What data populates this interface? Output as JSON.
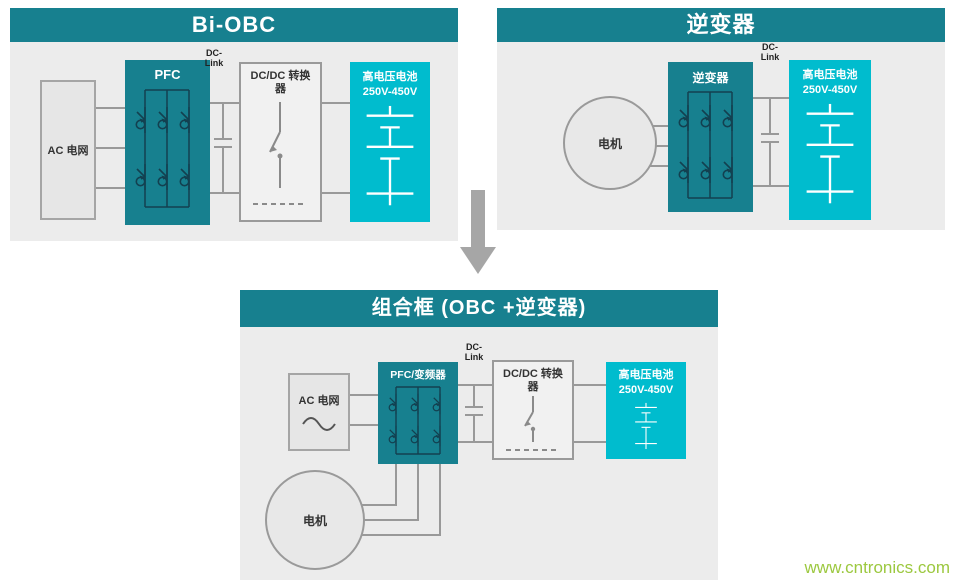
{
  "watermark": "www.cntronics.com",
  "colors": {
    "header_teal": "#17808f",
    "battery_cyan": "#00bcce",
    "panel_background": "#ececec",
    "wire_gray": "#999999",
    "arrow_gray": "#a6a6a6",
    "watermark_green": "#9cc83f",
    "symbol_navy": "#134050"
  },
  "bi_obc": {
    "title": "Bi-OBC",
    "ac_grid": "AC 电网",
    "pfc": "PFC",
    "dc_link": [
      "DC-",
      "Link"
    ],
    "dcdc": "DC/DC 转换器",
    "battery_name": "高电压电池",
    "battery_range": "250V-450V"
  },
  "inverter_panel": {
    "title": "逆变器",
    "motor": "电机",
    "inverter": "逆变器",
    "dc_link": [
      "DC-",
      "Link"
    ],
    "battery_name": "高电压电池",
    "battery_range": "250V-450V"
  },
  "combined_panel": {
    "title": "组合框 (OBC +逆变器)",
    "ac_grid": "AC 电网",
    "pfc_inverter": "PFC/变频器",
    "dc_link": [
      "DC-",
      "Link"
    ],
    "dcdc": "DC/DC 转换器",
    "battery_name": "高电压电池",
    "battery_range": "250V-450V",
    "motor": "电机"
  }
}
